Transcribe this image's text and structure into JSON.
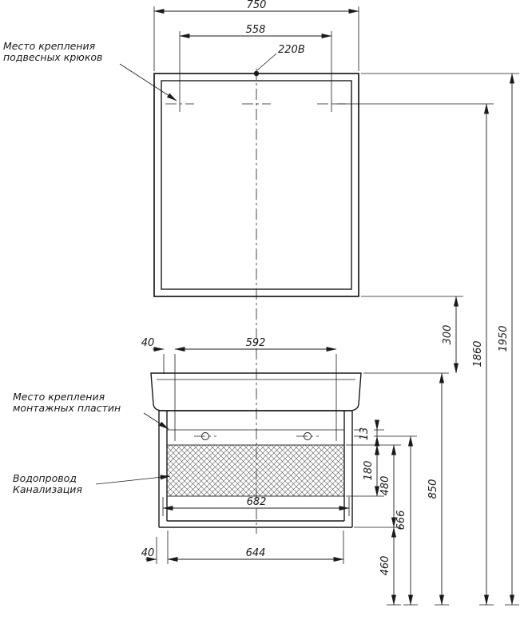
{
  "drawing": {
    "callouts": {
      "hooks": {
        "line1": "Место крепления",
        "line2": "подвесных крюков"
      },
      "plates": {
        "line1": "Место крепления",
        "line2": "монтажных пластин"
      },
      "plumbing": {
        "line1": "Водопровод",
        "line2": "Канализация"
      },
      "power": "220В"
    },
    "dims": {
      "mirror_width": "750",
      "hook_spacing": "558",
      "plate_offset_top": "40",
      "plate_spacing": "592",
      "inner_width": "682",
      "cabinet_width": "644",
      "side_offset_bottom": "40",
      "total_height": "1950",
      "hooks_height": "1860",
      "mirror_to_counter": "300",
      "counter_height": "850",
      "plates_height": "666",
      "rail_to_plate": "13",
      "hatch_height": "180",
      "front_height": "480",
      "floor_clearance": "460"
    },
    "colors": {
      "line": "#1a1a1a",
      "background": "#ffffff",
      "hatch": "#555555"
    }
  }
}
